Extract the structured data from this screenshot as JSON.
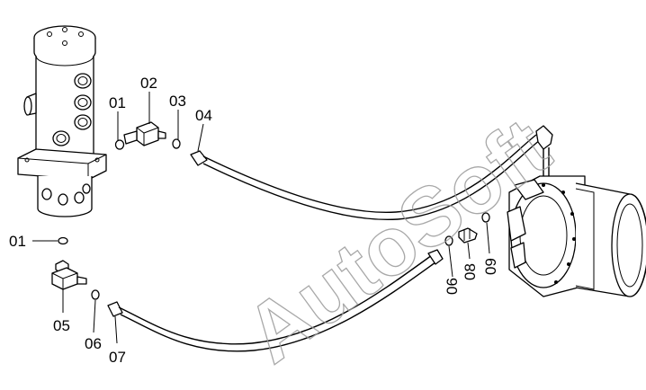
{
  "watermark": "AutoSoft",
  "labels": {
    "l01a": "01",
    "l02": "02",
    "l03": "03",
    "l04": "04",
    "l01b": "01",
    "l05": "05",
    "l06a": "06",
    "l07": "07",
    "l06b": "06",
    "l08": "08",
    "l09": "09"
  }
}
